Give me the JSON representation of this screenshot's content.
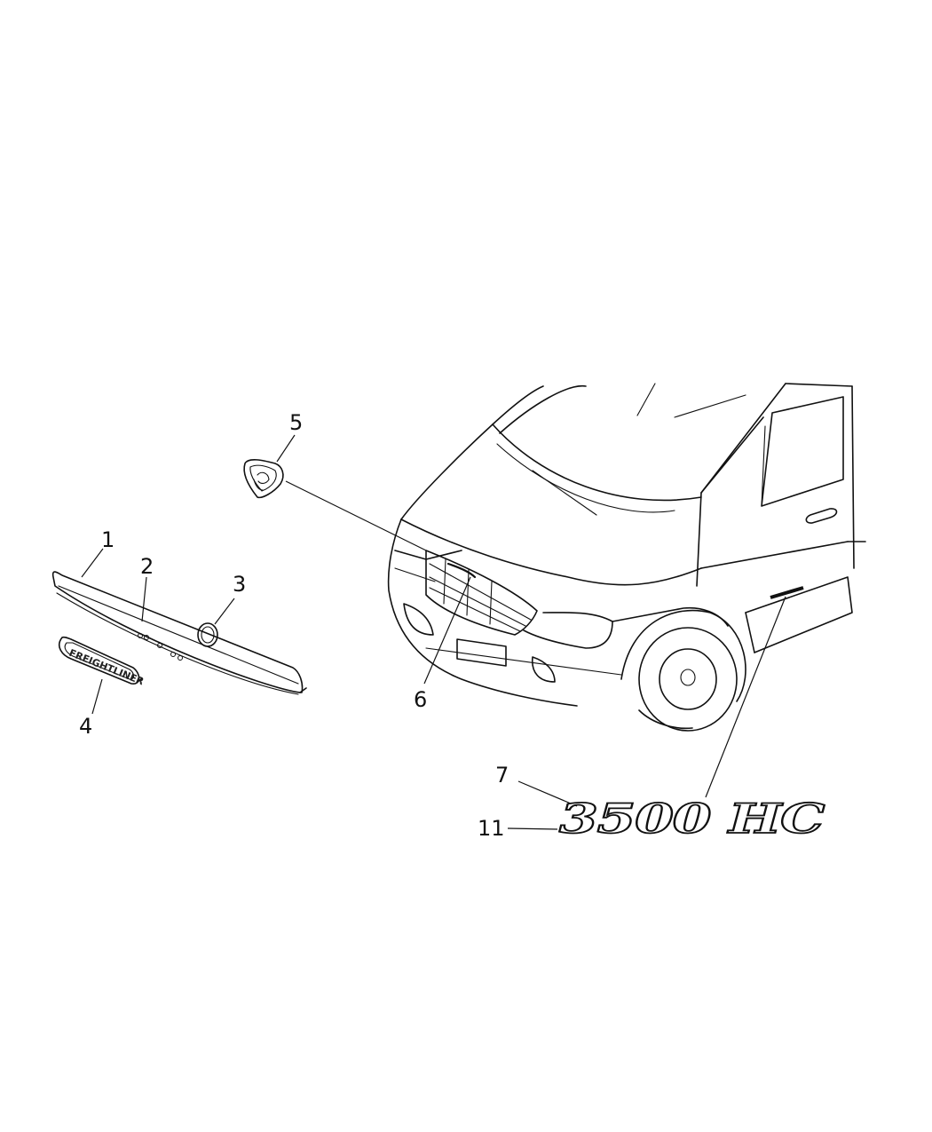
{
  "callouts": {
    "c1": "1",
    "c2": "2",
    "c3": "3",
    "c4": "4",
    "c5": "5",
    "c6": "6",
    "c7": "7",
    "c11": "11"
  },
  "emblem": {
    "freightliner_text": "FREIGHTLINER"
  },
  "badge": {
    "text": "3500 HC"
  }
}
